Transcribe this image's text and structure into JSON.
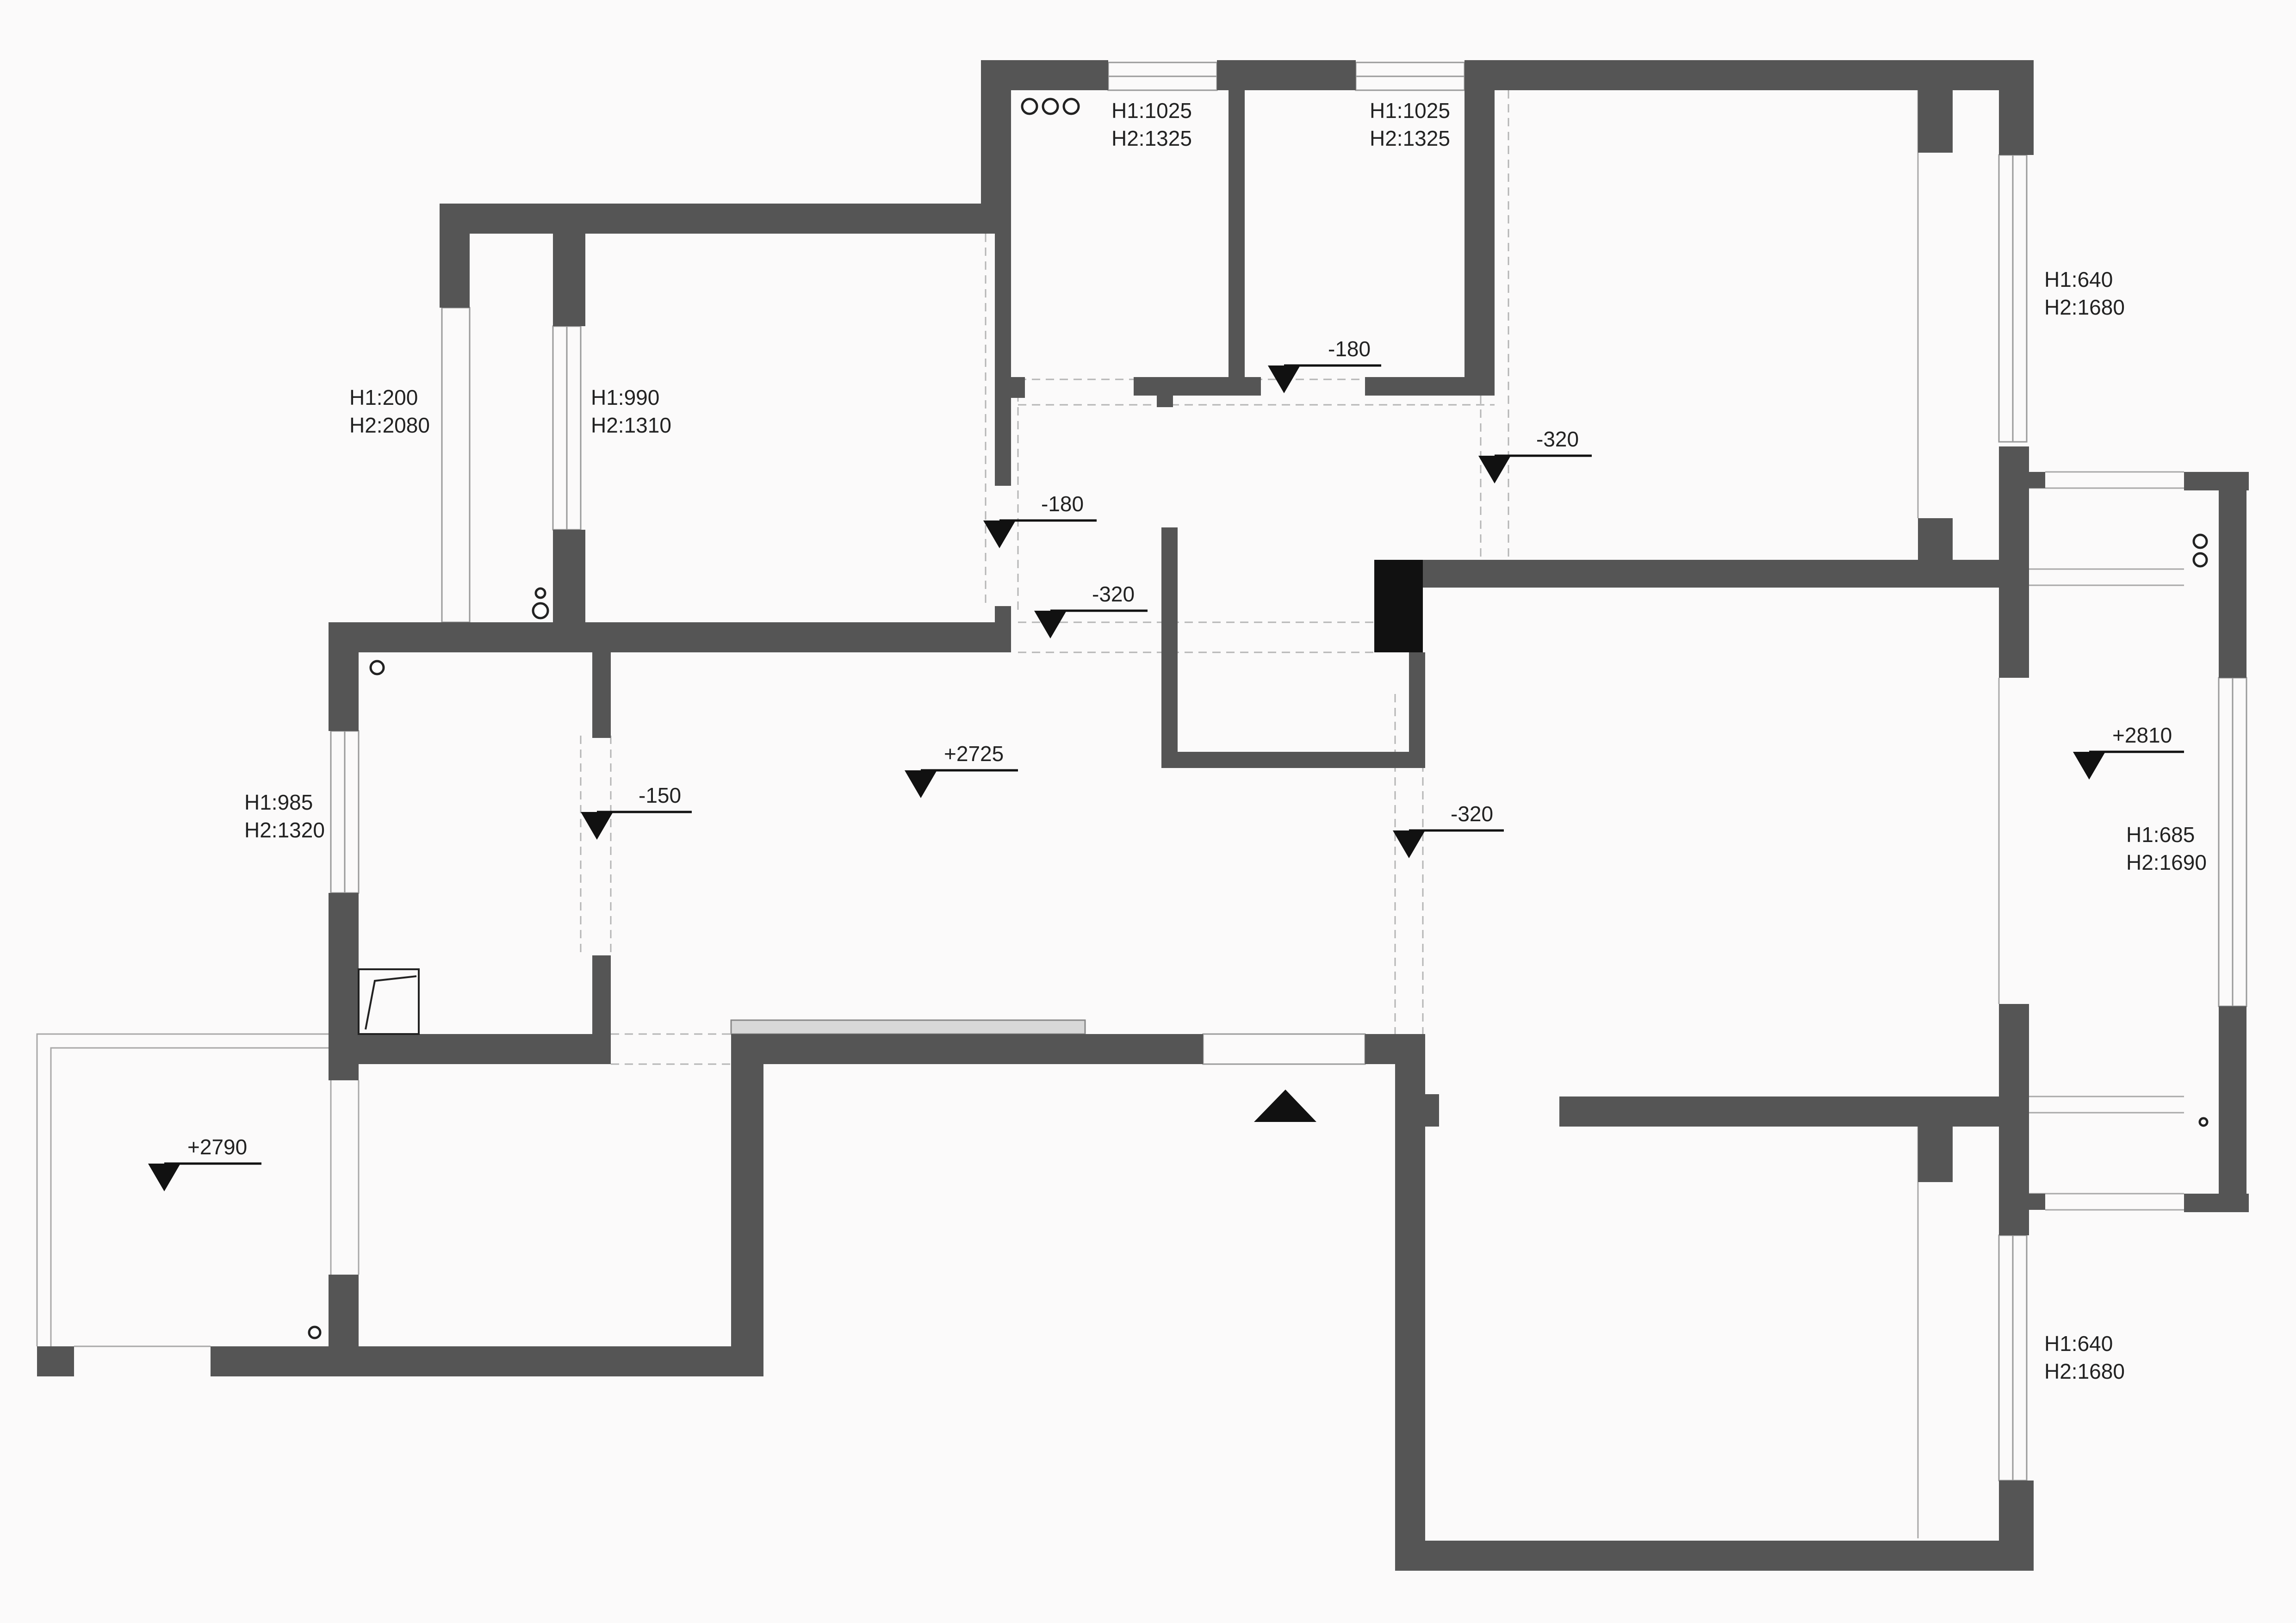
{
  "window_labels": [
    {
      "id": "w-top-left-room-a",
      "h1": "H1:1025",
      "h2": "H2:1325"
    },
    {
      "id": "w-top-left-room-b",
      "h1": "H1:1025",
      "h2": "H2:1325"
    },
    {
      "id": "w-upper-right",
      "h1": "H1:640",
      "h2": "H2:1680"
    },
    {
      "id": "w-left-outer",
      "h1": "H1:200",
      "h2": "H2:2080"
    },
    {
      "id": "w-left-inner",
      "h1": "H1:990",
      "h2": "H2:1310"
    },
    {
      "id": "w-mid-left",
      "h1": "H1:985",
      "h2": "H2:1320"
    },
    {
      "id": "w-right-balcony",
      "h1": "H1:685",
      "h2": "H2:1690"
    },
    {
      "id": "w-lower-right",
      "h1": "H1:640",
      "h2": "H2:1680"
    }
  ],
  "levels": [
    {
      "id": "lvl-top-mid",
      "value": "-180"
    },
    {
      "id": "lvl-top-right",
      "value": "-320"
    },
    {
      "id": "lvl-left-mid",
      "value": "-180"
    },
    {
      "id": "lvl-center-top",
      "value": "-320"
    },
    {
      "id": "lvl-main",
      "value": "+2725"
    },
    {
      "id": "lvl-left-lower",
      "value": "-150"
    },
    {
      "id": "lvl-center-right",
      "value": "-320"
    },
    {
      "id": "lvl-right-balcony",
      "value": "+2810"
    },
    {
      "id": "lvl-left-balcony",
      "value": "+2790"
    }
  ],
  "colors": {
    "wall": "#555555",
    "column": "#111111",
    "background": "#fbfafa"
  },
  "icons": [
    "pipe-icon",
    "level-marker-icon",
    "entrance-arrow-icon"
  ]
}
